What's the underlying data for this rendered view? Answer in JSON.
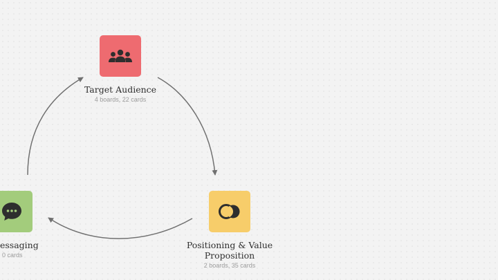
{
  "nodes": {
    "target_audience": {
      "title": "Target Audience",
      "subtitle": "4 boards, 22 cards",
      "color": "#ee6b70",
      "icon": "people-group-icon"
    },
    "positioning": {
      "title_line1": "Positioning & Value",
      "title_line2": "Proposition",
      "subtitle": "2 boards, 35 cards",
      "color": "#f7cd6a",
      "icon": "overlapping-circles-icon"
    },
    "messaging": {
      "title": "essaging",
      "subtitle": "0 cards",
      "color": "#a3cc7c",
      "icon": "chat-bubble-icon"
    }
  },
  "connectors": {
    "color": "#707070",
    "arrows": [
      {
        "from": "messaging",
        "to": "target_audience"
      },
      {
        "from": "target_audience",
        "to": "positioning"
      },
      {
        "from": "positioning",
        "to": "messaging"
      }
    ]
  }
}
